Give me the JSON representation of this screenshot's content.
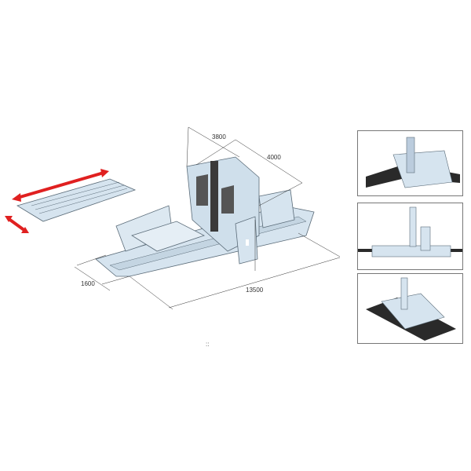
{
  "diagram": {
    "dimensions": {
      "gantry_width": "3800",
      "height": "4000",
      "table_width": "1600",
      "overall_length": "13500"
    },
    "colors": {
      "machine": "#d6e4ef",
      "outline": "#5a6b78",
      "arrow": "#e02020",
      "dark": "#2a2a2a"
    },
    "footer_mark": "::"
  },
  "thumbnails": [
    {
      "name": "view-top-gantry"
    },
    {
      "name": "view-front-elevation"
    },
    {
      "name": "view-isometric"
    }
  ]
}
